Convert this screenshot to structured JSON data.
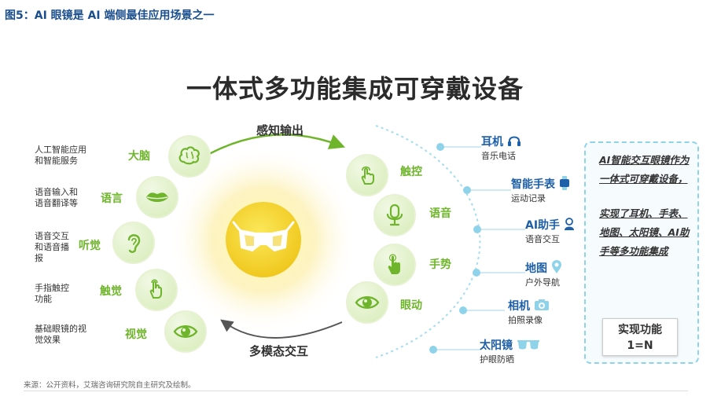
{
  "figure_title": "图5：AI 眼镜是 AI 端侧最佳应用场景之一",
  "main_title": "一体式多功能集成可穿戴设备",
  "arc_top": "感知输出",
  "arc_bottom": "多模态交互",
  "left_items": [
    {
      "text_lines": [
        "人工智能应用",
        "和智能服务"
      ],
      "label": "大脑",
      "icon": "brain-icon"
    },
    {
      "text_lines": [
        "语音输入和",
        "语音翻译等"
      ],
      "label": "语言",
      "icon": "lips-icon"
    },
    {
      "text_lines": [
        "语音交互",
        "和语音播",
        "报"
      ],
      "label": "听觉",
      "icon": "ear-icon"
    },
    {
      "text_lines": [
        "手指触控",
        "功能"
      ],
      "label": "触觉",
      "icon": "hand-touch-icon"
    },
    {
      "text_lines": [
        "基础眼镜的视",
        "觉效果"
      ],
      "label": "视觉",
      "icon": "eye-icon"
    }
  ],
  "right_items": [
    {
      "label": "触控",
      "icon": "touch-finger-icon"
    },
    {
      "label": "语音",
      "icon": "microphone-icon"
    },
    {
      "label": "手势",
      "icon": "gesture-hand-icon"
    },
    {
      "label": "眼动",
      "icon": "eye-icon"
    }
  ],
  "features": [
    {
      "title": "耳机",
      "sub": "音乐电话",
      "icon": "headphones-icon"
    },
    {
      "title": "智能手表",
      "sub": "运动记录",
      "icon": "watch-icon"
    },
    {
      "title": "AI助手",
      "sub": "语音交互",
      "icon": "assistant-icon"
    },
    {
      "title": "地图",
      "sub": "户外导航",
      "icon": "map-pin-icon"
    },
    {
      "title": "相机",
      "sub": "拍照录像",
      "icon": "camera-icon"
    },
    {
      "title": "太阳镜",
      "sub": "护眼防晒",
      "icon": "sunglasses-icon"
    }
  ],
  "summary": {
    "para1": "AI智能交互眼镜作为一体式可穿戴设备，",
    "para2": "实现了耳机、手表、地图、太阳镜、AI助手等多功能集成",
    "box_line1": "实现功能",
    "box_line2": "1=N"
  },
  "source": "来源：公开资料，艾瑞咨询研究院自主研究及绘制。",
  "colors": {
    "green": "#6fb52c",
    "blue": "#1d5fa8",
    "title_blue": "#1a4e8c",
    "light_blue": "#8fd3ea",
    "yellow": "#f5dc3c"
  }
}
